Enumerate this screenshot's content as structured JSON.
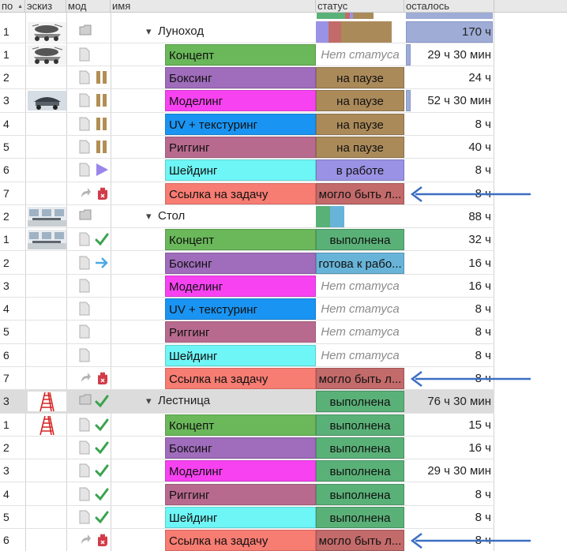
{
  "columns": {
    "order": "по",
    "sketch": "эскиз",
    "mod": "мод",
    "name": "имя",
    "status": "статус",
    "remaining": "осталось"
  },
  "colors": {
    "concept": "#6ab85a",
    "boxing": "#a06cbc",
    "modeling": "#f742f1",
    "uv": "#1a94f2",
    "rigging": "#b86a8e",
    "shading": "#6ef5f5",
    "link": "#f77c72",
    "status_pause": "#ab8a5a",
    "status_work": "#9a92e4",
    "status_done": "#5ab178",
    "status_ready": "#68b4d8",
    "status_could": "#c36a6a",
    "remain_bar": "#9eacd6",
    "arrow": "#3b6fc1"
  },
  "rows": [
    {
      "num": "1",
      "parent": true,
      "name": "Луноход",
      "remaining": "170 ч",
      "remain_pct": 1.0,
      "thumb": "rover"
    },
    {
      "num": "1",
      "task": "Концепт",
      "kind": "concept",
      "status": "Нет статуса",
      "skind": "none",
      "remaining": "29 ч 30 мин",
      "remain_pct": 0.05,
      "thumb": "rover",
      "icons": [
        "doc"
      ]
    },
    {
      "num": "2",
      "task": "Боксинг",
      "kind": "boxing",
      "status": "на паузе",
      "skind": "pause",
      "remaining": "24 ч",
      "icons": [
        "doc",
        "pause"
      ]
    },
    {
      "num": "3",
      "task": "Моделинг",
      "kind": "modeling",
      "status": "на паузе",
      "skind": "pause",
      "remaining": "52 ч 30 мин",
      "remain_pct": 0.05,
      "thumb": "rover_dark",
      "icons": [
        "doc",
        "pause"
      ]
    },
    {
      "num": "4",
      "task": "UV + текстуринг",
      "kind": "uv",
      "status": "на паузе",
      "skind": "pause",
      "remaining": "8 ч",
      "icons": [
        "doc",
        "pause"
      ]
    },
    {
      "num": "5",
      "task": "Риггинг",
      "kind": "rigging",
      "status": "на паузе",
      "skind": "pause",
      "remaining": "40 ч",
      "icons": [
        "doc",
        "pause"
      ]
    },
    {
      "num": "6",
      "task": "Шейдинг",
      "kind": "shading",
      "status": "в работе",
      "skind": "work",
      "remaining": "8 ч",
      "icons": [
        "doc",
        "play"
      ]
    },
    {
      "num": "7",
      "task": "Ссылка на задачу",
      "kind": "link",
      "status": "могло быть л...",
      "skind": "could",
      "remaining": "8 ч",
      "icons": [
        "share",
        "stop"
      ],
      "arrow": true
    },
    {
      "num": "2",
      "parent": true,
      "name": "Стол",
      "remaining": "88 ч",
      "thumb": "room"
    },
    {
      "num": "1",
      "task": "Концепт",
      "kind": "concept",
      "status": "выполнена",
      "skind": "done",
      "remaining": "32 ч",
      "thumb": "room",
      "icons": [
        "doc",
        "check"
      ]
    },
    {
      "num": "2",
      "task": "Боксинг",
      "kind": "boxing",
      "status": "готова к рабо...",
      "skind": "ready",
      "remaining": "16 ч",
      "icons": [
        "doc",
        "right"
      ]
    },
    {
      "num": "3",
      "task": "Моделинг",
      "kind": "modeling",
      "status": "Нет статуса",
      "skind": "none",
      "remaining": "16 ч",
      "icons": [
        "doc"
      ]
    },
    {
      "num": "4",
      "task": "UV + текстуринг",
      "kind": "uv",
      "status": "Нет статуса",
      "skind": "none",
      "remaining": "8 ч",
      "icons": [
        "doc"
      ]
    },
    {
      "num": "5",
      "task": "Риггинг",
      "kind": "rigging",
      "status": "Нет статуса",
      "skind": "none",
      "remaining": "8 ч",
      "icons": [
        "doc"
      ]
    },
    {
      "num": "6",
      "task": "Шейдинг",
      "kind": "shading",
      "status": "Нет статуса",
      "skind": "none",
      "remaining": "8 ч",
      "icons": [
        "doc"
      ]
    },
    {
      "num": "7",
      "task": "Ссылка на задачу",
      "kind": "link",
      "status": "могло быть л...",
      "skind": "could",
      "remaining": "8 ч",
      "icons": [
        "share",
        "stop"
      ],
      "arrow": true
    },
    {
      "num": "3",
      "parent": true,
      "name": "Лестница",
      "status": "выполнена",
      "skind": "done",
      "remaining": "76 ч 30 мин",
      "thumb": "ladder",
      "selected": true,
      "icons": [
        "folder",
        "check"
      ]
    },
    {
      "num": "1",
      "task": "Концепт",
      "kind": "concept",
      "status": "выполнена",
      "skind": "done",
      "remaining": "15 ч",
      "thumb": "ladder",
      "icons": [
        "doc",
        "check"
      ]
    },
    {
      "num": "2",
      "task": "Боксинг",
      "kind": "boxing",
      "status": "выполнена",
      "skind": "done",
      "remaining": "16 ч",
      "icons": [
        "doc",
        "check"
      ]
    },
    {
      "num": "3",
      "task": "Моделинг",
      "kind": "modeling",
      "status": "выполнена",
      "skind": "done",
      "remaining": "29 ч 30 мин",
      "icons": [
        "doc",
        "check"
      ]
    },
    {
      "num": "4",
      "task": "Риггинг",
      "kind": "rigging",
      "status": "выполнена",
      "skind": "done",
      "remaining": "8 ч",
      "icons": [
        "doc",
        "check"
      ]
    },
    {
      "num": "5",
      "task": "Шейдинг",
      "kind": "shading",
      "status": "выполнена",
      "skind": "done",
      "remaining": "8 ч",
      "icons": [
        "doc",
        "check"
      ]
    },
    {
      "num": "6",
      "task": "Ссылка на задачу",
      "kind": "link",
      "status": "могло быть л...",
      "skind": "could",
      "remaining": "8 ч",
      "icons": [
        "share",
        "stop"
      ],
      "arrow": true
    }
  ]
}
